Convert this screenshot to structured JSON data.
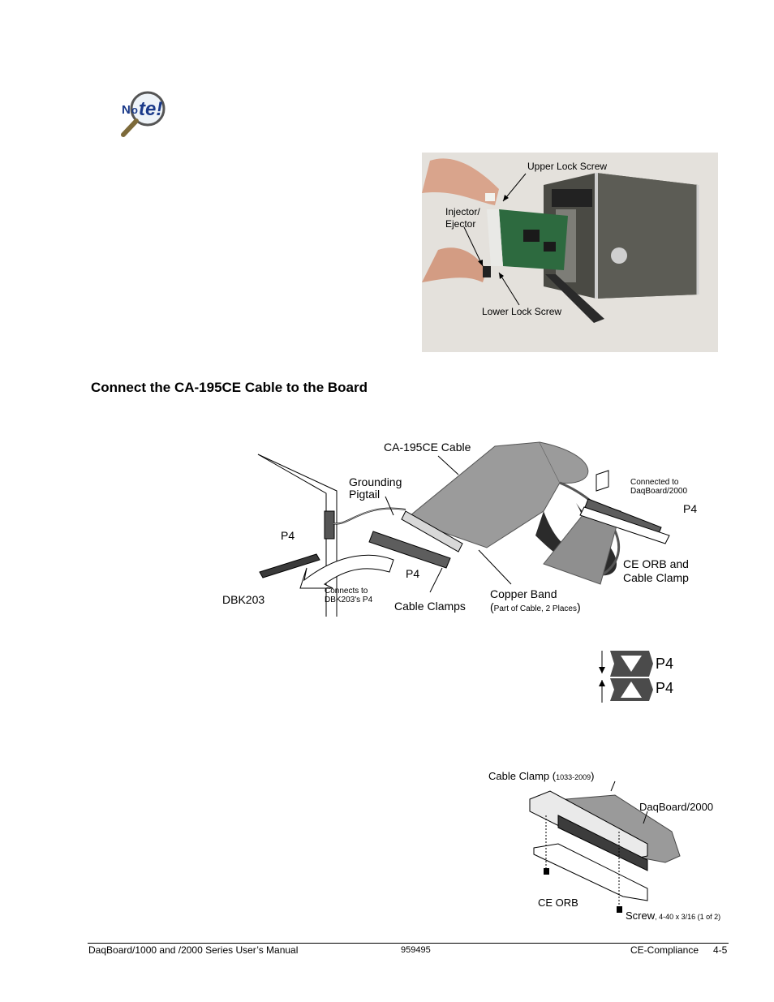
{
  "note_icon": {
    "text": "Note!"
  },
  "photo": {
    "labels": {
      "upper_lock_screw": "Upper Lock Screw",
      "injector_line1": "Injector/",
      "injector_line2": "Ejector",
      "lower_lock_screw": "Lower Lock Screw"
    }
  },
  "section": {
    "heading": "Connect the CA-195CE Cable to the Board"
  },
  "cable_diagram": {
    "labels": {
      "cable": "CA-195CE Cable",
      "grounding_line1": "Grounding",
      "grounding_line2": "Pigtail",
      "connected_line1": "Connected to",
      "connected_line2": "DaqBoard/2000",
      "p4_right": "P4",
      "p4_left": "P4",
      "p4_middle": "P4",
      "ce_orb_line1": "CE ORB and",
      "ce_orb_line2": "Cable Clamp",
      "connects_line1": "Connects to",
      "connects_line2": "DBK203's P4",
      "dbk203": "DBK203",
      "cable_clamps": "Cable Clamps",
      "copper_band": "Copper Band",
      "copper_band_note_open": "(",
      "copper_band_note": "Part of Cable, 2 Places",
      "copper_band_note_close": ")"
    }
  },
  "orientation": {
    "top_label": "P4",
    "bottom_label": "P4"
  },
  "clamp_diagram": {
    "labels": {
      "cable_clamp": "Cable Clamp (",
      "cable_clamp_part": "1033-2009",
      "cable_clamp_close": ")",
      "daqboard": "DaqBoard/2000",
      "ce_orb": "CE ORB",
      "screw": "Screw",
      "screw_spec": ", 4-40 x 3/16 (1 of 2)"
    }
  },
  "footer": {
    "left": "DaqBoard/1000 and /2000 Series User’s Manual",
    "center": "959495",
    "right_section": "CE-Compliance",
    "page": "4-5"
  }
}
